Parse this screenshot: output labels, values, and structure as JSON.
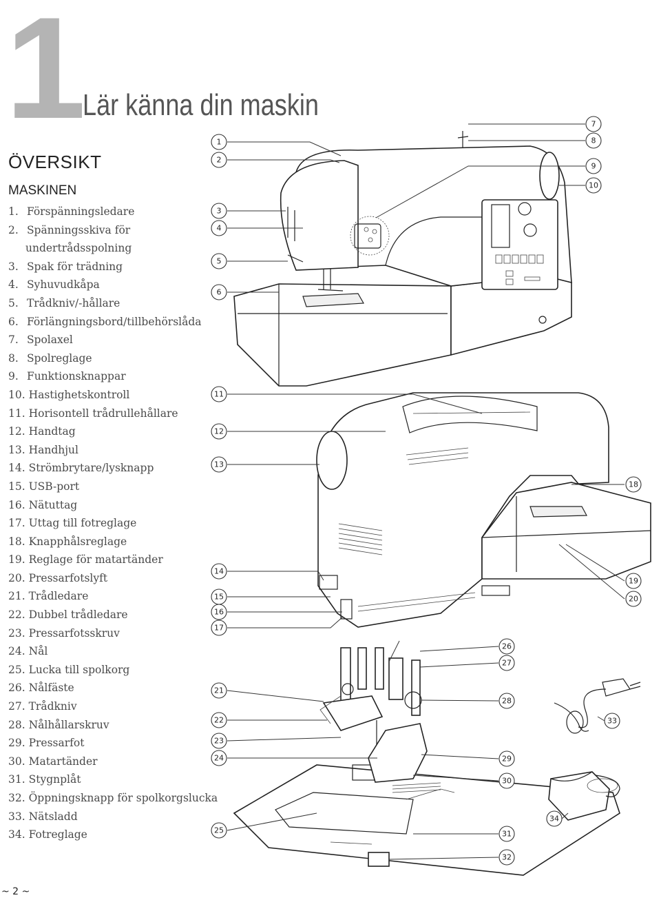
{
  "page": {
    "chapter_number": "1",
    "chapter_title": "Lär känna din maskin",
    "section_title": "ÖVERSIKT",
    "subsection_title": "MASKINEN",
    "page_number": "~ 2 ~"
  },
  "parts": [
    {
      "n": "1.",
      "label": "Förspänningsledare"
    },
    {
      "n": "2.",
      "label": "Spänningsskiva för",
      "cont": "undertrådsspolning"
    },
    {
      "n": "3.",
      "label": "Spak för trädning"
    },
    {
      "n": "4.",
      "label": "Syhuvudkåpa"
    },
    {
      "n": "5.",
      "label": "Trådkniv/-hållare"
    },
    {
      "n": "6.",
      "label": "Förlängningsbord/tillbehörslåda"
    },
    {
      "n": "7.",
      "label": "Spolaxel"
    },
    {
      "n": "8.",
      "label": "Spolreglage"
    },
    {
      "n": "9.",
      "label": "Funktionsknappar"
    },
    {
      "n": "10.",
      "label": "Hastighetskontroll"
    },
    {
      "n": "11.",
      "label": "Horisontell trådrullehållare"
    },
    {
      "n": "12.",
      "label": "Handtag"
    },
    {
      "n": "13.",
      "label": "Handhjul"
    },
    {
      "n": "14.",
      "label": "Strömbrytare/lysknapp"
    },
    {
      "n": "15.",
      "label": "USB-port"
    },
    {
      "n": "16.",
      "label": "Nätuttag"
    },
    {
      "n": "17.",
      "label": "Uttag till fotreglage"
    },
    {
      "n": "18.",
      "label": "Knapphålsreglage"
    },
    {
      "n": "19.",
      "label": "Reglage för matartänder"
    },
    {
      "n": "20.",
      "label": "Pressarfotslyft"
    },
    {
      "n": "21.",
      "label": "Trådledare"
    },
    {
      "n": "22.",
      "label": "Dubbel trådledare"
    },
    {
      "n": "23.",
      "label": "Pressarfotsskruv"
    },
    {
      "n": "24.",
      "label": "Nål"
    },
    {
      "n": "25.",
      "label": "Lucka till spolkorg"
    },
    {
      "n": "26.",
      "label": "Nålfäste"
    },
    {
      "n": "27.",
      "label": "Trådkniv"
    },
    {
      "n": "28.",
      "label": "Nålhållarskruv"
    },
    {
      "n": "29.",
      "label": "Pressarfot"
    },
    {
      "n": "30.",
      "label": "Matartänder"
    },
    {
      "n": "31.",
      "label": "Stygnplåt"
    },
    {
      "n": "32.",
      "label": "Öppningsknapp för spolkorgslucka"
    },
    {
      "n": "33.",
      "label": "Nätsladd"
    },
    {
      "n": "34.",
      "label": "Fotreglage"
    }
  ],
  "callouts": [
    "1",
    "2",
    "3",
    "4",
    "5",
    "6",
    "7",
    "8",
    "9",
    "10",
    "11",
    "12",
    "13",
    "14",
    "15",
    "16",
    "17",
    "18",
    "19",
    "20",
    "21",
    "22",
    "23",
    "24",
    "25",
    "26",
    "27",
    "28",
    "29",
    "30",
    "31",
    "32",
    "33",
    "34"
  ]
}
